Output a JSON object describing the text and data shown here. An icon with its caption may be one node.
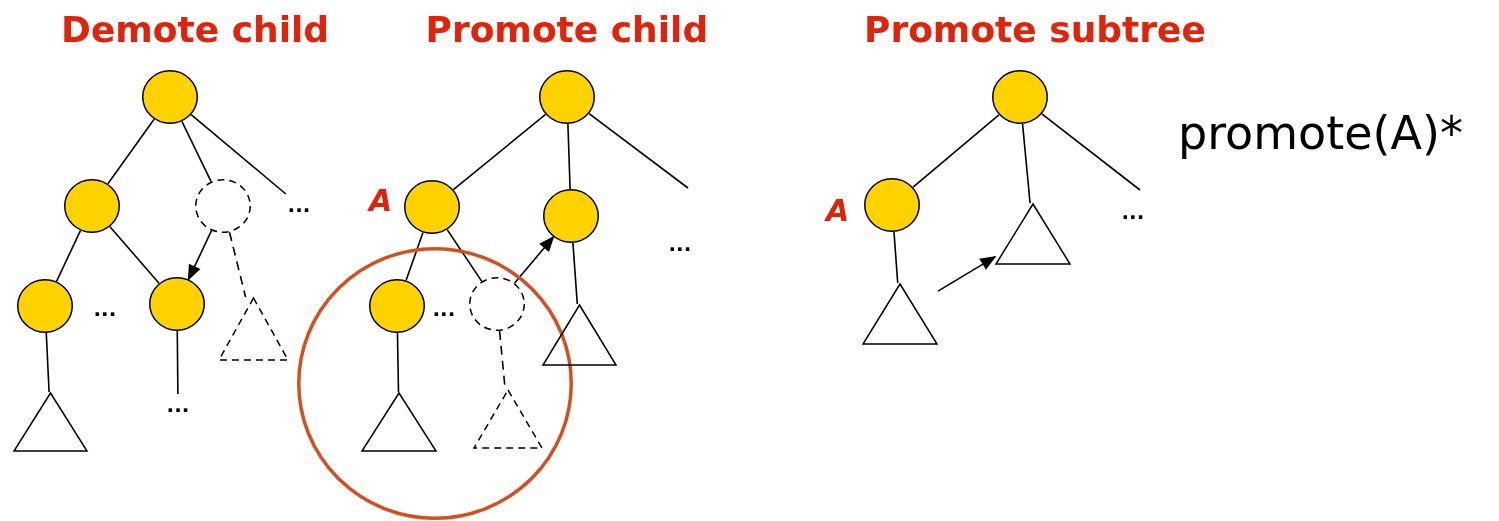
{
  "diagram": {
    "nodes": [
      {
        "text": [],
        "shape": "circle"
      },
      {
        "text": [],
        "shape": "circle"
      },
      {
        "text": [],
        "shape": "circle"
      },
      {
        "text": [
          "..."
        ]
      },
      {
        "text": [],
        "shape": "circle"
      },
      {
        "text": [],
        "shape": "circle"
      },
      {
        "text": [],
        "shape": "triangle"
      },
      {
        "text": [
          "..."
        ]
      },
      {
        "text": [],
        "shape": "triangle"
      },
      {
        "text": [],
        "shape": "circle"
      },
      {
        "text": [],
        "shape": "circle",
        "beside": [
          "A"
        ]
      },
      {
        "text": [],
        "shape": "circle"
      },
      {
        "text": [],
        "shape": "circle"
      },
      {
        "text": [],
        "shape": "circle",
        "in": 12
      },
      {
        "text": [],
        "shape": "circle",
        "in": 12
      },
      {
        "text": [],
        "shape": "triangle",
        "in": 12
      },
      {
        "text": [],
        "shape": "triangle",
        "in": 12
      },
      {
        "text": [],
        "shape": "triangle"
      },
      {
        "text": [],
        "shape": "circle"
      },
      {
        "text": [],
        "shape": "circle",
        "beside": [
          "A"
        ]
      },
      {
        "text": [],
        "shape": "triangle"
      },
      {
        "text": [],
        "shape": "triangle"
      }
    ],
    "edges": [
      {
        "from": 0,
        "to": 1,
        "arrow": "none"
      },
      {
        "from": 0,
        "to": 2,
        "arrow": "none"
      },
      {
        "from": 0,
        "to": 3,
        "arrow": "none"
      },
      {
        "from": 1,
        "to": 4,
        "arrow": "none"
      },
      {
        "from": 1,
        "to": 5,
        "arrow": "none"
      },
      {
        "from": 4,
        "to": 6,
        "arrow": "none"
      },
      {
        "from": 5,
        "to": 7,
        "arrow": "none"
      },
      {
        "from": 2,
        "to": 8,
        "arrow": "none",
        "style": "dashed"
      },
      {
        "from": 2,
        "to": 5,
        "arrow": "to"
      },
      {
        "from": 9,
        "to": 10,
        "arrow": "none"
      },
      {
        "from": 9,
        "to": 11,
        "arrow": "none"
      },
      {
        "from": 9,
        "to": null,
        "arrow": "none"
      },
      {
        "from": 10,
        "to": 13,
        "arrow": "none"
      },
      {
        "from": 10,
        "to": 14,
        "arrow": "none"
      },
      {
        "from": 13,
        "to": 15,
        "arrow": "none"
      },
      {
        "from": 14,
        "to": 16,
        "arrow": "none",
        "style": "dashed"
      },
      {
        "from": 14,
        "to": 11,
        "arrow": "to"
      },
      {
        "from": 11,
        "to": 17,
        "arrow": "none"
      },
      {
        "from": 18,
        "to": 19,
        "arrow": "none"
      },
      {
        "from": 18,
        "to": 20,
        "arrow": "none"
      },
      {
        "from": 18,
        "to": null,
        "arrow": "none"
      },
      {
        "from": 19,
        "to": 21,
        "arrow": "none"
      },
      {
        "from": 21,
        "to": 20,
        "arrow": "to"
      }
    ],
    "labels": [
      "Demote child",
      "Promote child",
      "Promote subtree",
      "promote(A)*",
      "...",
      "...",
      "...",
      "..."
    ]
  }
}
